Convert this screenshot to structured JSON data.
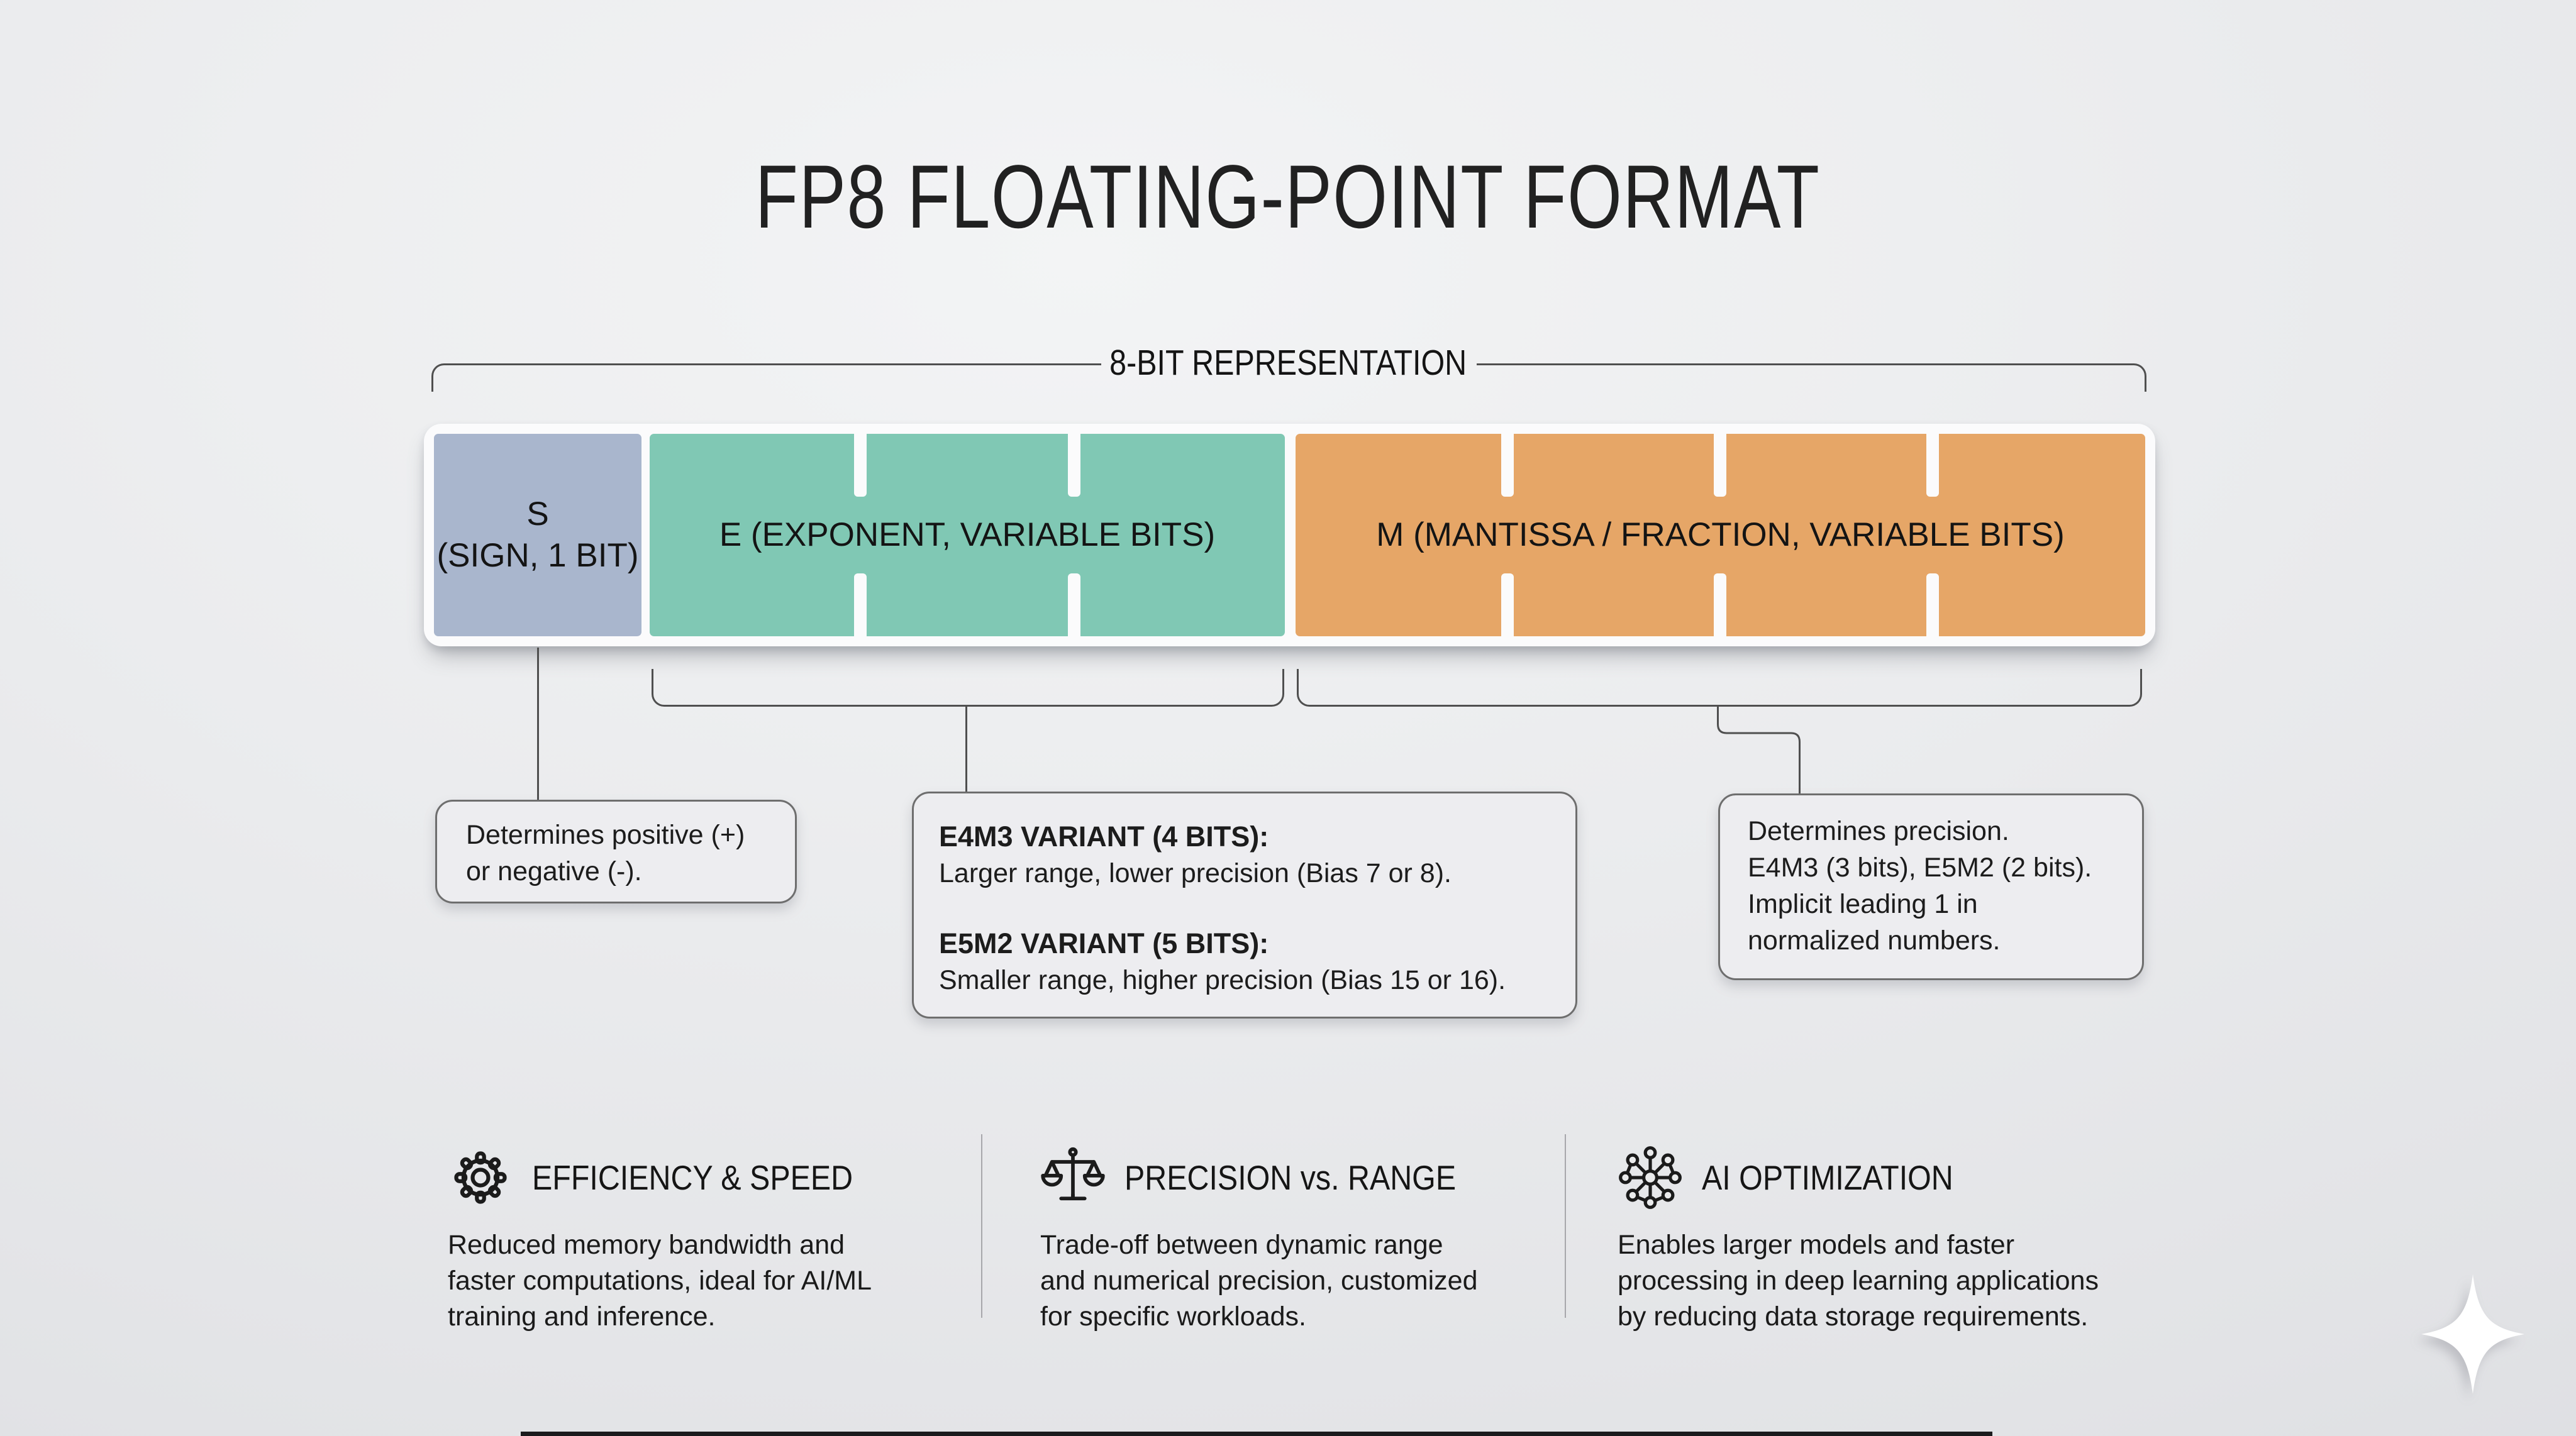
{
  "title": "FP8 FLOATING-POINT FORMAT",
  "diagram": {
    "bracket_label": "8-BIT REPRESENTATION",
    "sign": {
      "line1": "S",
      "line2": "(SIGN, 1 BIT)",
      "bits": 1
    },
    "exponent": {
      "label": "E (EXPONENT, VARIABLE BITS)",
      "bits": 3
    },
    "mantissa": {
      "label": "M (MANTISSA / FRACTION, VARIABLE BITS)",
      "bits": 4
    }
  },
  "callouts": {
    "sign": {
      "line1": "Determines positive (+)",
      "line2": "or negative (-)."
    },
    "exponent": {
      "v1_title": "E4M3 VARIANT (4 BITS):",
      "v1_body": "Larger range, lower precision (Bias 7 or 8).",
      "v2_title": "E5M2 VARIANT (5 BITS):",
      "v2_body": "Smaller range, higher precision (Bias 15 or 16)."
    },
    "mantissa": {
      "line1": "Determines precision.",
      "line2": "E4M3 (3 bits), E5M2 (2 bits).",
      "line3": "Implicit leading 1 in",
      "line4": "normalized numbers."
    }
  },
  "features": [
    {
      "icon": "gear-icon",
      "title": "EFFICIENCY & SPEED",
      "line1": "Reduced memory bandwidth and",
      "line2": "faster computations, ideal for AI/ML",
      "line3": "training and inference."
    },
    {
      "icon": "balance-scale-icon",
      "title": "PRECISION vs. RANGE",
      "line1": "Trade-off between dynamic range",
      "line2": "and numerical precision, customized",
      "line3": "for specific workloads."
    },
    {
      "icon": "neural-network-icon",
      "title": "AI OPTIMIZATION",
      "line1": "Enables larger models and faster",
      "line2": "processing in deep learning applications",
      "line3": "by reducing data storage requirements."
    }
  ],
  "colors": {
    "background_top": "#f3f4f5",
    "background_bottom": "#d7d8dc",
    "container": "#fbfbfc",
    "sign_fill": "#a9b6cd",
    "exponent_fill": "#80c8b4",
    "mantissa_fill": "#e6a667",
    "connector": "#4f4f4f",
    "callout_border": "#6e6e6e",
    "text": "#1c1c1c",
    "bottom_bar": "#1b1b1d",
    "sparkle": "#ffffff"
  }
}
